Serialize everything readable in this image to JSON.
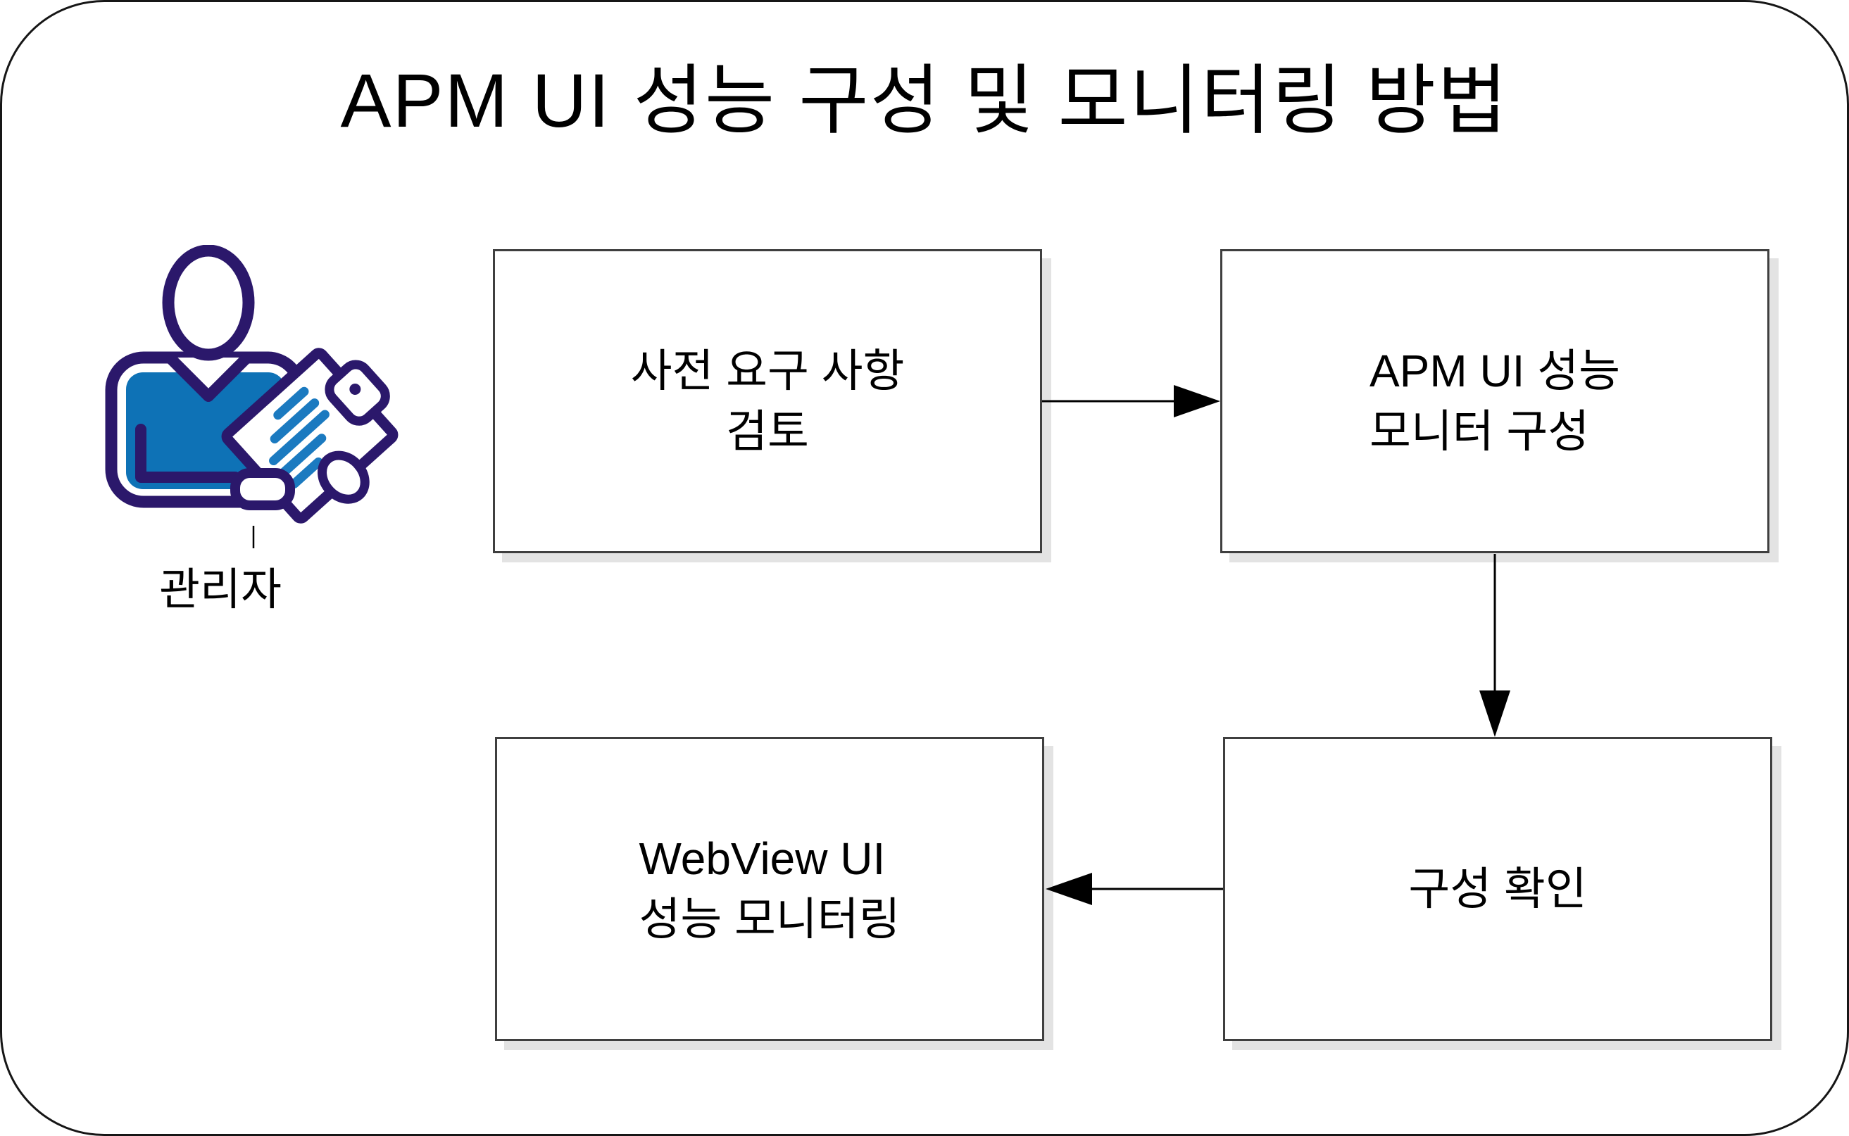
{
  "title": "APM UI 성능 구성 및 모니터링 방법",
  "actor": {
    "label": "관리자",
    "icon": "administrator-with-clipboard-icon"
  },
  "flow": {
    "nodes": [
      {
        "id": "review-prerequisites",
        "label": "사전 요구 사항\n검토"
      },
      {
        "id": "configure-apm-ui-performance-monitor",
        "label": "APM UI 성능\n모니터 구성"
      },
      {
        "id": "verify-configuration",
        "label": "구성 확인"
      },
      {
        "id": "webview-ui-performance-monitoring",
        "label": "WebView UI\n성능 모니터링"
      }
    ],
    "edges": [
      {
        "from": "review-prerequisites",
        "to": "configure-apm-ui-performance-monitor",
        "direction": "right"
      },
      {
        "from": "configure-apm-ui-performance-monitor",
        "to": "verify-configuration",
        "direction": "down"
      },
      {
        "from": "verify-configuration",
        "to": "webview-ui-performance-monitoring",
        "direction": "left"
      }
    ]
  },
  "colors": {
    "frame": "#161616",
    "text": "#000000",
    "arrow": "#000000",
    "node_border": "#3f3f3f",
    "node_shadow": "#e3e3e3",
    "icon_navy": "#2b186b",
    "icon_blue": "#0e72b6",
    "icon_line_blue": "#1b7ac0"
  }
}
